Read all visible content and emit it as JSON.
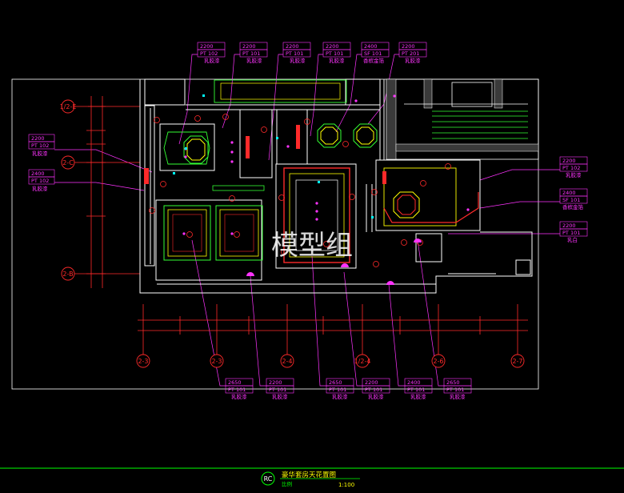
{
  "drawing": {
    "title": "豪华套房天花置图",
    "scale_label": "比例",
    "scale": "1:100",
    "symbol": "RC",
    "watermark": "模型组"
  },
  "grid_labels": {
    "left": [
      "1/2-E",
      "2-C",
      "2-B"
    ],
    "bottom": [
      "2-3",
      "2-3",
      "2-4",
      "1/2-4",
      "2-6",
      "2-7"
    ]
  },
  "tags": {
    "top": [
      {
        "h": "2200",
        "code": "PT 102",
        "note": "乳胶漆"
      },
      {
        "h": "2200",
        "code": "PT 101",
        "note": "乳胶漆"
      },
      {
        "h": "2200",
        "code": "PT 101",
        "note": "乳胶漆"
      },
      {
        "h": "2200",
        "code": "PT 101",
        "note": "乳胶漆"
      },
      {
        "h": "2400",
        "code": "SF 101",
        "note": "香槟金箔"
      },
      {
        "h": "2200",
        "code": "PT 201",
        "note": "乳胶漆"
      }
    ],
    "left": [
      {
        "h": "2200",
        "code": "PT 102",
        "note": "乳胶漆"
      },
      {
        "h": "2400",
        "code": "PT 102",
        "note": "乳胶漆"
      }
    ],
    "right": [
      {
        "h": "2200",
        "code": "PT 102",
        "note": "乳胶漆"
      },
      {
        "h": "2400",
        "code": "SF 101",
        "note": "香槟金箔"
      },
      {
        "h": "2200",
        "code": "PT 101",
        "note": "乳白"
      }
    ],
    "bottom": [
      {
        "h": "2650",
        "code": "PT 101",
        "note": "乳胶漆"
      },
      {
        "h": "2200",
        "code": "PT 101",
        "note": "乳胶漆"
      },
      {
        "h": "2650",
        "code": "PT 101",
        "note": "乳胶漆"
      },
      {
        "h": "2200",
        "code": "PT 101",
        "note": "乳胶漆"
      },
      {
        "h": "2400",
        "code": "PT 101",
        "note": "乳胶漆"
      },
      {
        "h": "2650",
        "code": "PT 101",
        "note": "乳胶漆"
      }
    ]
  },
  "colors": {
    "background": "#000000",
    "tag": "#ff33ff",
    "grid": "#ff2a2a",
    "wall": "#ffffff",
    "yellow": "#ffff00",
    "green": "#33ff33",
    "cyan": "#00ffff",
    "title": "#ffff00",
    "title_line": "#00ff00"
  }
}
